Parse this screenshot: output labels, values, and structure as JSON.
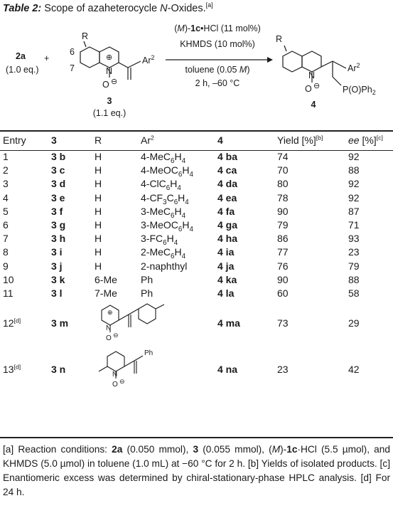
{
  "caption": {
    "label": "Table 2:",
    "title_pre": "Scope of azaheterocycle ",
    "title_italic": "N",
    "title_post": "-Oxides.",
    "title_note": "[a]"
  },
  "scheme": {
    "reagent_2a": "2a",
    "reagent_2a_eq": "(1.0 eq.)",
    "plus": "+",
    "compound_3_label": "3",
    "compound_3_eq": "(1.1 eq.)",
    "cond_line1_pre": "(",
    "cond_line1_M": "M",
    "cond_line1_mid": ")-",
    "cond_line1_bold": "1c",
    "cond_line1_post": "•HCl (11 mol%)",
    "cond_line2": "KHMDS (10 mol%)",
    "cond_line3_pre": "toluene (0.05 ",
    "cond_line3_M": "M",
    "cond_line3_post": ")",
    "cond_line4": "2 h, –60 °C",
    "product_label": "4",
    "R": "R",
    "pos6": "6",
    "pos7": "7",
    "Ar2": "Ar",
    "Ar2_sup": "2",
    "N": "N",
    "O": "O",
    "plus_charge": "⊕",
    "minus_charge": "⊖",
    "PO": "P(O)Ph",
    "PO_sub": "2"
  },
  "table": {
    "headers": {
      "entry": "Entry",
      "c3": "3",
      "r": "R",
      "ar": "Ar",
      "ar_sup": "2",
      "c4": "4",
      "yield": "Yield [%]",
      "yield_sup": "[b]",
      "ee": "ee",
      "ee_post": " [%]",
      "ee_sup": "[c]"
    },
    "rows": [
      {
        "entry": "1",
        "sup": "",
        "c3": "3 b",
        "r": "H",
        "ar_html": "4-MeC<sub>6</sub>H<sub>4</sub>",
        "c4": "4 ba",
        "yield": "74",
        "ee": "92"
      },
      {
        "entry": "2",
        "sup": "",
        "c3": "3 c",
        "r": "H",
        "ar_html": "4-MeOC<sub>6</sub>H<sub>4</sub>",
        "c4": "4 ca",
        "yield": "70",
        "ee": "88"
      },
      {
        "entry": "3",
        "sup": "",
        "c3": "3 d",
        "r": "H",
        "ar_html": "4-ClC<sub>6</sub>H<sub>4</sub>",
        "c4": "4 da",
        "yield": "80",
        "ee": "92"
      },
      {
        "entry": "4",
        "sup": "",
        "c3": "3 e",
        "r": "H",
        "ar_html": "4-CF<sub>3</sub>C<sub>6</sub>H<sub>4</sub>",
        "c4": "4 ea",
        "yield": "78",
        "ee": "92"
      },
      {
        "entry": "5",
        "sup": "",
        "c3": "3 f",
        "r": "H",
        "ar_html": "3-MeC<sub>6</sub>H<sub>4</sub>",
        "c4": "4 fa",
        "yield": "90",
        "ee": "87"
      },
      {
        "entry": "6",
        "sup": "",
        "c3": "3 g",
        "r": "H",
        "ar_html": "3-MeOC<sub>6</sub>H<sub>4</sub>",
        "c4": "4 ga",
        "yield": "79",
        "ee": "71"
      },
      {
        "entry": "7",
        "sup": "",
        "c3": "3 h",
        "r": "H",
        "ar_html": "3-FC<sub>6</sub>H<sub>4</sub>",
        "c4": "4 ha",
        "yield": "86",
        "ee": "93"
      },
      {
        "entry": "8",
        "sup": "",
        "c3": "3 i",
        "r": "H",
        "ar_html": "2-MeC<sub>6</sub>H<sub>4</sub>",
        "c4": "4 ia",
        "yield": "77",
        "ee": "23"
      },
      {
        "entry": "9",
        "sup": "",
        "c3": "3 j",
        "r": "H",
        "ar_html": "2-naphthyl",
        "c4": "4 ja",
        "yield": "76",
        "ee": "79"
      },
      {
        "entry": "10",
        "sup": "",
        "c3": "3 k",
        "r": "6-Me",
        "ar_html": "Ph",
        "c4": "4 ka",
        "yield": "90",
        "ee": "88"
      },
      {
        "entry": "11",
        "sup": "",
        "c3": "3 l",
        "r": "7-Me",
        "ar_html": "Ph",
        "c4": "4 la",
        "yield": "60",
        "ee": "58"
      },
      {
        "entry": "12",
        "sup": "[d]",
        "c3": "3 m",
        "r": "",
        "ar_html": "",
        "c4": "4 ma",
        "yield": "73",
        "ee": "29",
        "struct": "m"
      },
      {
        "entry": "13",
        "sup": "[d]",
        "c3": "3 n",
        "r": "",
        "ar_html": "",
        "c4": "4 na",
        "yield": "23",
        "ee": "42",
        "struct": "n",
        "struct_label": "Ph"
      }
    ]
  },
  "footnote": {
    "a_html": "[a] Reaction conditions: <b>2a</b> (0.050 mmol), <b>3</b> (0.055 mmol), (<i>M</i>)-<b>1c</b>·HCl (5.5 µmol), and KHMDS (5.0 µmol) in toluene (1.0 mL) at −60 °C for 2 h. [b] Yields of isolated products. [c] Enantiomeric excess was determined by chiral-stationary-phase HPLC analysis. [d] For 24 h."
  },
  "colors": {
    "text": "#1a1a1a",
    "rule": "#222222"
  }
}
